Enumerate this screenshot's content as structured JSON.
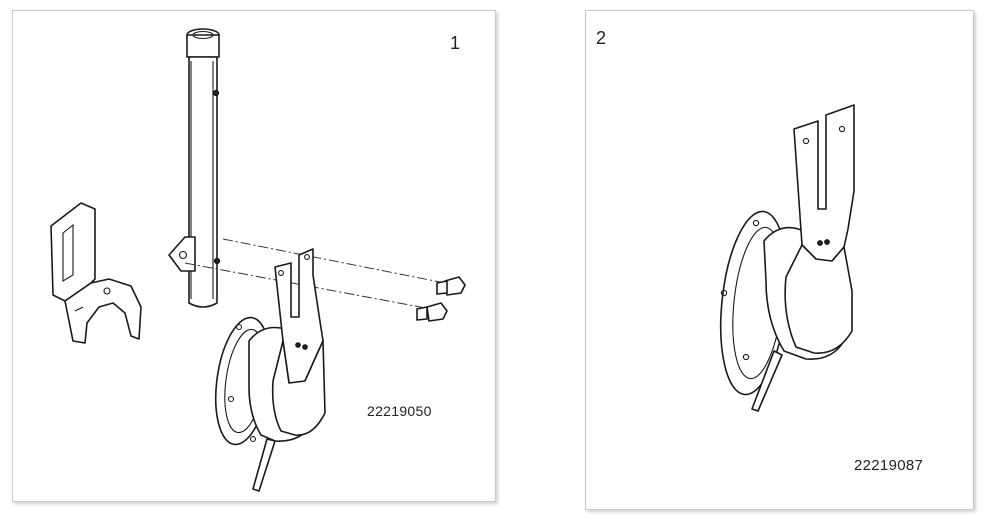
{
  "panels": [
    {
      "number": "1",
      "part_code": "22219050"
    },
    {
      "number": "2",
      "part_code": "22219087"
    }
  ],
  "icons": [
    "bracket-icon",
    "tube-icon",
    "bolt-icon",
    "hinge-plate-icon",
    "wire-icon"
  ]
}
